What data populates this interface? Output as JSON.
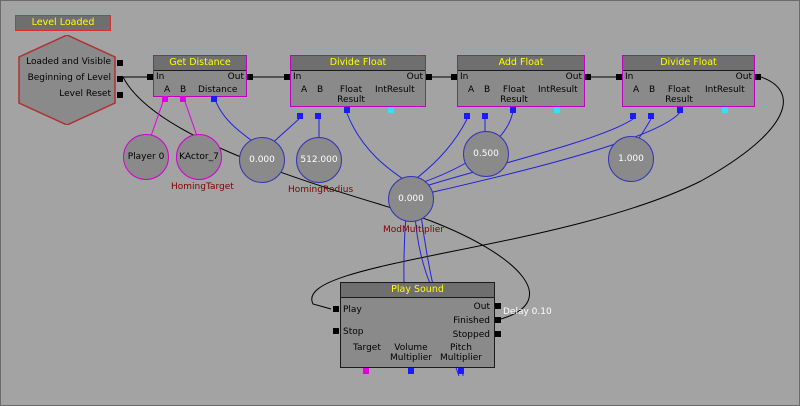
{
  "event": {
    "title": "Level Loaded",
    "outputs": [
      "Loaded and Visible",
      "Beginning of Level",
      "Level Reset"
    ]
  },
  "get_distance": {
    "title": "Get Distance",
    "in": "In",
    "out": "Out",
    "vars": [
      "A",
      "B",
      "Distance"
    ]
  },
  "divide_float_1": {
    "title": "Divide Float",
    "in": "In",
    "out": "Out",
    "a": "A",
    "b": "B",
    "float_result": "Float\nResult",
    "int_result": "IntResult"
  },
  "add_float": {
    "title": "Add Float",
    "in": "In",
    "out": "Out",
    "a": "A",
    "b": "B",
    "float_result": "Float\nResult",
    "int_result": "IntResult"
  },
  "divide_float_2": {
    "title": "Divide Float",
    "in": "In",
    "out": "Out",
    "a": "A",
    "b": "B",
    "float_result": "Float\nResult",
    "int_result": "IntResult"
  },
  "play_sound": {
    "title": "Play Sound",
    "inputs": [
      "Play",
      "Stop"
    ],
    "outputs": [
      "Out",
      "Finished",
      "Stopped"
    ],
    "vars": [
      "Target",
      "Volume\nMultiplier",
      "Pitch\nMultiplier"
    ],
    "delay": "Delay 0.10"
  },
  "variables": {
    "player": "Player 0",
    "kactor": "KActor_7",
    "distance_val": "0.000",
    "radius_val": "512.000",
    "add_b_val": "0.500",
    "divide_a_val": "1.000",
    "mod_val": "0.000"
  },
  "var_names": {
    "homing_target": "HomingTarget",
    "homing_radius": "HomingRadius",
    "mod_multiplier": "ModMultiplier"
  },
  "colors": {
    "background": "#a3a3a3",
    "node_body": "#8a8a8a",
    "title_text": "#ffff00",
    "object_link": "#e000e0",
    "float_link": "#1a1aff",
    "int_link": "#30e0ff",
    "var_name": "#800000"
  }
}
